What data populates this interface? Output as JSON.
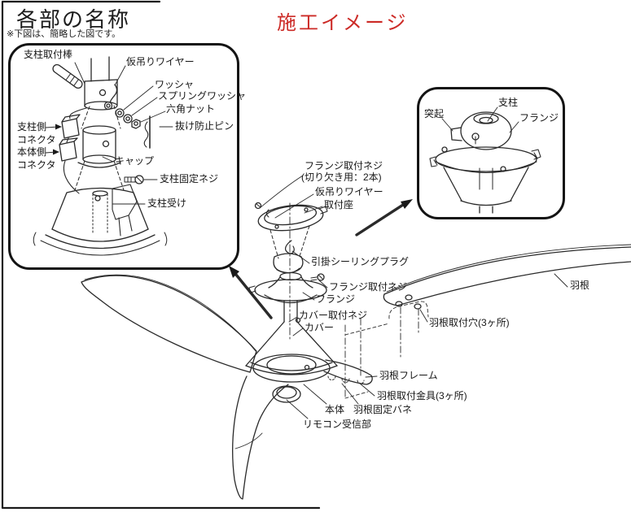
{
  "header": {
    "title": "各部の名称",
    "note": "※下図は、簡略した図です。"
  },
  "subtitle": {
    "text": "施工イメージ",
    "color": "#cc2a26"
  },
  "inset_left": {
    "labels": {
      "pole_rod": "支柱取付棒",
      "temp_wire": "仮吊りワイヤー",
      "washer": "ワッシャ",
      "spring_washer": "スプリングワッシャ",
      "hex_nut": "六角ナット",
      "stop_pin": "抜け防止ピン",
      "pole_side": "支柱側",
      "pole_side_connector": "コネクタ",
      "body_side": "本体側",
      "body_side_connector": "コネクタ",
      "cap": "キャップ",
      "pole_fix_screw": "支柱固定ネジ",
      "pole_socket": "支柱受け"
    }
  },
  "inset_right": {
    "labels": {
      "protrusion": "突起",
      "pole": "支柱",
      "flange": "フランジ"
    }
  },
  "main": {
    "labels": {
      "flange_screw_notch_1": "フランジ取付ネジ",
      "flange_screw_notch_2": "(切り欠き用：2本)",
      "temp_wire": "仮吊りワイヤー",
      "mount_base": "取付座",
      "ceiling_plug": "引掛シーリングプラグ",
      "flange_screw": "フランジ取付ネジ",
      "flange": "フランジ",
      "cover_screw": "カバー取付ネジ",
      "cover": "カバー",
      "blade": "羽根",
      "blade_holes": "羽根取付穴(3ヶ所)",
      "blade_frame": "羽根フレーム",
      "blade_brackets": "羽根取付金具(3ヶ所)",
      "body": "本体",
      "blade_spring": "羽根固定バネ",
      "remote_receiver": "リモコン受信部"
    }
  }
}
